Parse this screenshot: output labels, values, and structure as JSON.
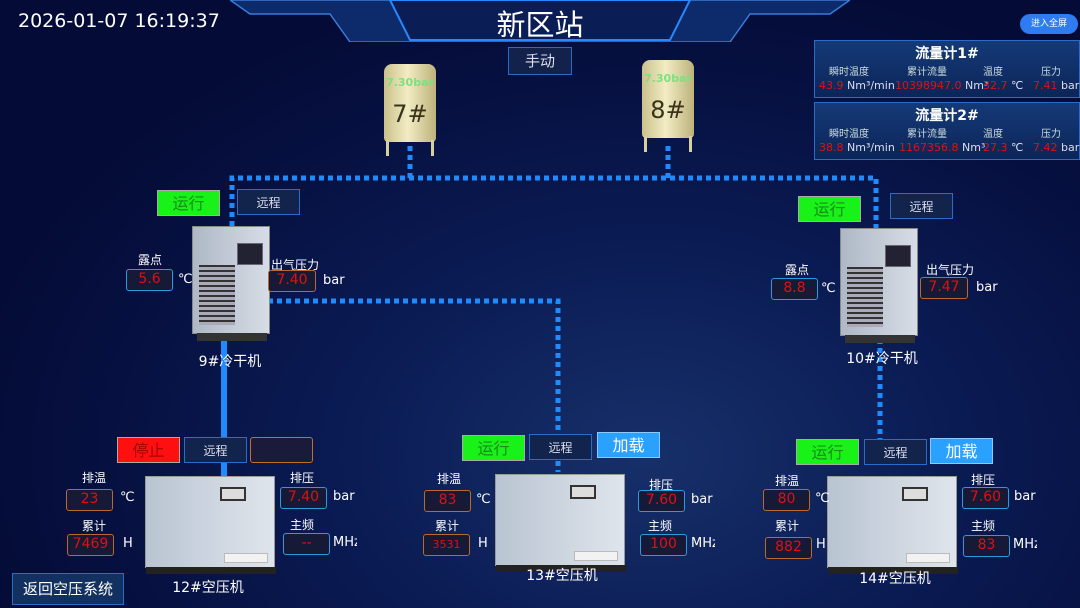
{
  "header": {
    "title": "新区站",
    "datetime": "2026-01-07 16:19:37",
    "fullscreen_label": "进入全屏",
    "mode_label": "手动"
  },
  "flowmeters": [
    {
      "title": "流量计1#",
      "labels": [
        "瞬时温度",
        "累计流量",
        "温度",
        "压力"
      ],
      "instant": "43.9",
      "instant_unit": "Nm³/min",
      "total": "10398947.0",
      "total_unit": "Nm³",
      "temp": "32.7",
      "temp_unit": "℃",
      "pressure": "7.41",
      "pressure_unit": "bar"
    },
    {
      "title": "流量计2#",
      "labels": [
        "瞬时温度",
        "累计流量",
        "温度",
        "压力"
      ],
      "instant": "38.8",
      "instant_unit": "Nm³/min",
      "total": "1167356.8",
      "total_unit": "Nm³",
      "temp": "27.3",
      "temp_unit": "℃",
      "pressure": "7.42",
      "pressure_unit": "bar"
    }
  ],
  "tanks": [
    {
      "name": "7#",
      "pressure": "7.30bar"
    },
    {
      "name": "8#",
      "pressure": "7.30bar"
    }
  ],
  "dryers": [
    {
      "name": "9#冷干机",
      "status": "运行",
      "control": "远程",
      "dew_label": "露点",
      "dew": "5.6",
      "dew_unit": "℃",
      "out_label": "出气压力",
      "out": "7.40",
      "out_unit": "bar"
    },
    {
      "name": "10#冷干机",
      "status": "运行",
      "control": "远程",
      "dew_label": "露点",
      "dew": "8.8",
      "dew_unit": "℃",
      "out_label": "出气压力",
      "out": "7.47",
      "out_unit": "bar"
    }
  ],
  "compressors": [
    {
      "name": "12#空压机",
      "status": "停止",
      "control": "远程",
      "load": "",
      "temp_label": "排温",
      "temp": "23",
      "temp_unit": "℃",
      "hours_label": "累计",
      "hours": "7469",
      "hours_unit": "H",
      "press_label": "排压",
      "press": "7.40",
      "press_unit": "bar",
      "freq_label": "主频",
      "freq": "--",
      "freq_unit": "MHz"
    },
    {
      "name": "13#空压机",
      "status": "运行",
      "control": "远程",
      "load": "加载",
      "temp_label": "排温",
      "temp": "83",
      "temp_unit": "℃",
      "hours_label": "累计",
      "hours": "3531",
      "hours_unit": "H",
      "press_label": "排压",
      "press": "7.60",
      "press_unit": "bar",
      "freq_label": "主频",
      "freq": "100",
      "freq_unit": "MHz"
    },
    {
      "name": "14#空压机",
      "status": "运行",
      "control": "远程",
      "load": "加载",
      "temp_label": "排温",
      "temp": "80",
      "temp_unit": "℃",
      "hours_label": "累计",
      "hours": "882",
      "hours_unit": "H",
      "press_label": "排压",
      "press": "7.60",
      "press_unit": "bar",
      "freq_label": "主频",
      "freq": "83",
      "freq_unit": "MHz"
    }
  ],
  "footer": {
    "back_label": "返回空压系统"
  }
}
